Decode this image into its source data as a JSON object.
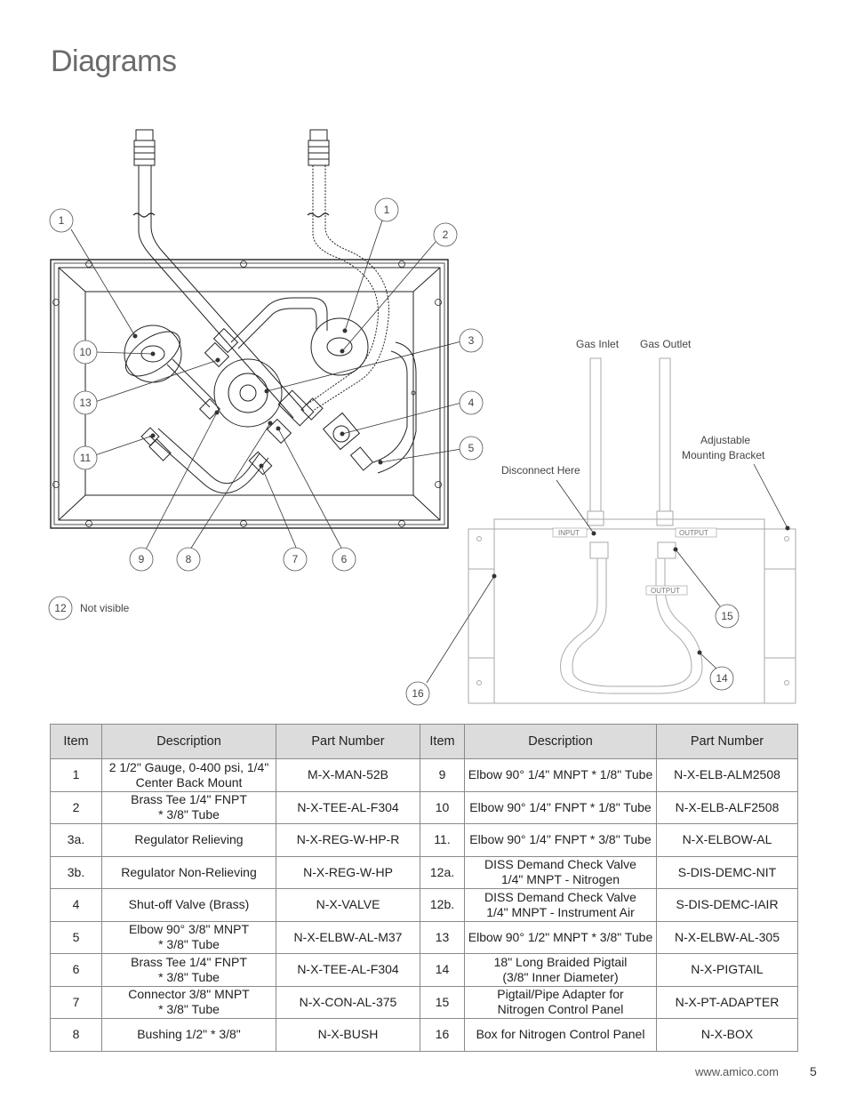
{
  "page": {
    "title": "Diagrams"
  },
  "diagram": {
    "labels": {
      "gas_inlet": "Gas Inlet",
      "gas_outlet": "Gas Outlet",
      "adjustable_line1": "Adjustable",
      "adjustable_line2": "Mounting Bracket",
      "disconnect_here": "Disconnect Here",
      "input_tag": "INPUT",
      "output_tag_top": "OUTPUT",
      "output_tag_mid": "OUTPUT"
    },
    "note": {
      "number": "12",
      "text": "Not visible"
    },
    "callouts": [
      "1",
      "1",
      "2",
      "3",
      "4",
      "5",
      "6",
      "7",
      "8",
      "9",
      "10",
      "11",
      "13",
      "14",
      "15",
      "16"
    ]
  },
  "table": {
    "headers": [
      "Item",
      "Description",
      "Part Number",
      "Item",
      "Description",
      "Part Number"
    ],
    "rows": [
      [
        "1",
        "2 1/2\" Gauge, 0-400 psi, 1/4\"\nCenter Back Mount",
        "M-X-MAN-52B",
        "9",
        "Elbow 90° 1/4\" MNPT * 1/8\" Tube",
        "N-X-ELB-ALM2508"
      ],
      [
        "2",
        "Brass Tee 1/4\" FNPT\n* 3/8\" Tube",
        "N-X-TEE-AL-F304",
        "10",
        "Elbow 90° 1/4\" FNPT * 1/8\" Tube",
        "N-X-ELB-ALF2508"
      ],
      [
        "3a.",
        "Regulator Relieving",
        "N-X-REG-W-HP-R",
        "11.",
        "Elbow 90° 1/4\" FNPT * 3/8\" Tube",
        "N-X-ELBOW-AL"
      ],
      [
        "3b.",
        "Regulator Non-Relieving",
        "N-X-REG-W-HP",
        "12a.",
        "DISS Demand Check Valve\n1/4\" MNPT - Nitrogen",
        "S-DIS-DEMC-NIT"
      ],
      [
        "4",
        "Shut-off Valve (Brass)",
        "N-X-VALVE",
        "12b.",
        "DISS Demand Check Valve\n1/4\" MNPT - Instrument Air",
        "S-DIS-DEMC-IAIR"
      ],
      [
        "5",
        "Elbow 90° 3/8\" MNPT\n* 3/8\" Tube",
        "N-X-ELBW-AL-M37",
        "13",
        "Elbow 90° 1/2\" MNPT * 3/8\" Tube",
        "N-X-ELBW-AL-305"
      ],
      [
        "6",
        "Brass Tee 1/4\" FNPT\n* 3/8\" Tube",
        "N-X-TEE-AL-F304",
        "14",
        "18\" Long Braided Pigtail\n(3/8\" Inner Diameter)",
        "N-X-PIGTAIL"
      ],
      [
        "7",
        "Connector 3/8\" MNPT\n* 3/8\" Tube",
        "N-X-CON-AL-375",
        "15",
        "Pigtail/Pipe Adapter for\nNitrogen Control Panel",
        "N-X-PT-ADAPTER"
      ],
      [
        "8",
        "Bushing 1/2\" * 3/8\"",
        "N-X-BUSH",
        "16",
        "Box for Nitrogen Control Panel",
        "N-X-BOX"
      ]
    ]
  },
  "footer": {
    "url": "www.amico.com",
    "page_number": "5"
  }
}
